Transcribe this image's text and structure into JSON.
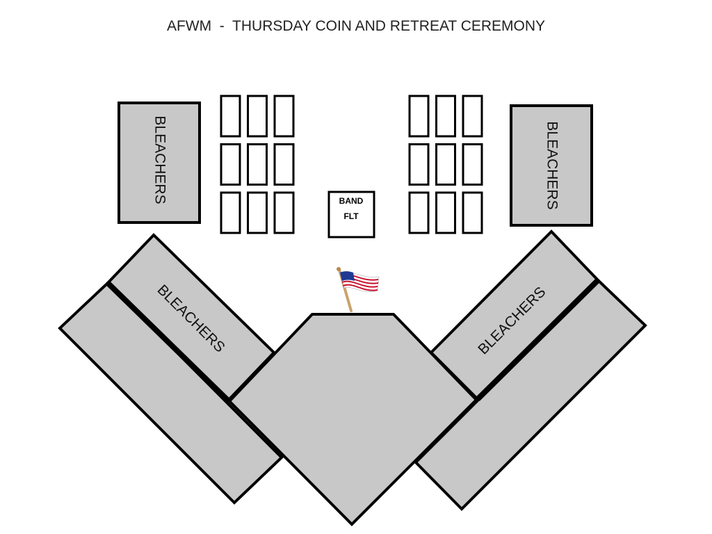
{
  "page": {
    "title": "AFWM  -  THURSDAY COIN AND RETREAT CEREMONY"
  },
  "colors": {
    "bleacher_fill": "#c8c8c8",
    "outline": "#000000",
    "background": "#ffffff",
    "flag_red": "#c8102e",
    "flag_blue": "#1f3a93",
    "flag_pole": "#c9a36a"
  },
  "labels": {
    "bleachers_left_top": "BLEACHERS",
    "bleachers_right_top": "BLEACHERS",
    "bleachers_left_angled": "BLEACHERS",
    "bleachers_right_angled": "BLEACHERS",
    "band_line1": "BAND",
    "band_line2": "FLT"
  },
  "icons": {
    "flag": "american-flag-icon"
  },
  "formations": {
    "left_group": {
      "rows": 3,
      "cols": 3
    },
    "right_group": {
      "rows": 3,
      "cols": 3
    }
  }
}
